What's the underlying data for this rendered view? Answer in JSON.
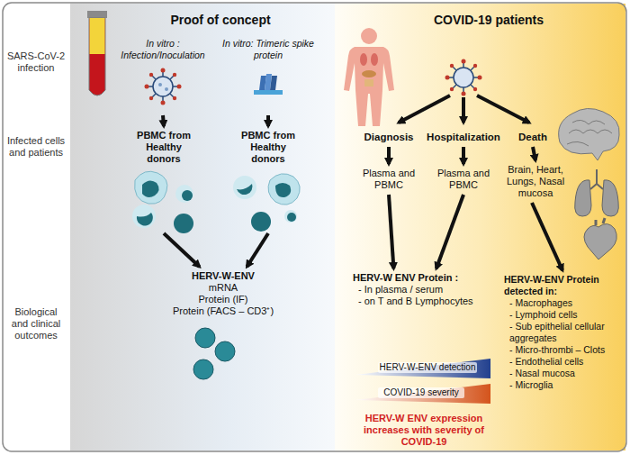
{
  "diagram": {
    "nodes": [
      {
        "text": [
          "In vitro : Infection/Inoculation"
        ]
      },
      {
        "text": [
          "In vitro: Trimeric spike protein"
        ]
      },
      {
        "text": [
          "PBMC from Healthy donors"
        ]
      },
      {
        "text": [
          "PBMC from Healthy donors"
        ]
      },
      {
        "text": [
          "HERV-W-ENV",
          "mRNA",
          "Protein (IF)",
          "Protein (FACS – CD3⁺)"
        ]
      },
      {
        "text": [
          "Diagnosis"
        ]
      },
      {
        "text": [
          "Hospitalization"
        ]
      },
      {
        "text": [
          "Death"
        ]
      },
      {
        "text": [
          "Plasma and PBMC"
        ]
      },
      {
        "text": [
          "Plasma and PBMC"
        ]
      },
      {
        "text": [
          "Brain, Heart, Lungs, Nasal mucosa"
        ]
      },
      {
        "text": [
          "HERV-W ENV Protein :",
          "- In plasma / serum",
          "- on T and B Lymphocytes"
        ]
      },
      {
        "text": [
          "HERV-W-ENV Protein detected in:",
          "- Macrophages",
          "- Lymphoid cells",
          "- Sub epithelial cellular aggregates",
          "- Micro-thrombi – Clots",
          "- Endothelial cells",
          "- Nasal mucosa",
          "- Microglia"
        ]
      }
    ],
    "edges": [
      {
        "from": 0,
        "to": 2,
        "arrow": "to"
      },
      {
        "from": 1,
        "to": 3,
        "arrow": "to"
      },
      {
        "from": 2,
        "to": 4,
        "arrow": "to"
      },
      {
        "from": 3,
        "to": 4,
        "arrow": "to"
      },
      {
        "from": 5,
        "to": 8,
        "arrow": "to"
      },
      {
        "from": 6,
        "to": 9,
        "arrow": "to"
      },
      {
        "from": 7,
        "to": 10,
        "arrow": "to"
      },
      {
        "from": 8,
        "to": 11,
        "arrow": "to"
      },
      {
        "from": 9,
        "to": 11,
        "arrow": "to"
      },
      {
        "from": 10,
        "to": 12,
        "arrow": "to"
      }
    ],
    "labels": [
      "SARS-CoV-2 infection",
      "Infected cells and patients",
      "Biological and clinical outcomes",
      "Proof of concept",
      "COVID-19 patients",
      "HERV-W-ENV detection",
      "COVID-19 severity",
      "HERV-W ENV expression increases with severity of COVID-19"
    ]
  }
}
